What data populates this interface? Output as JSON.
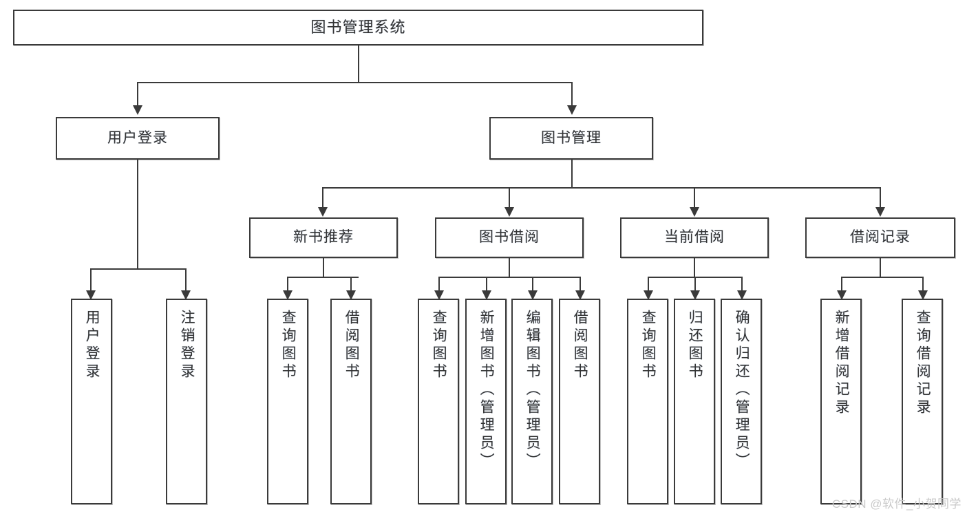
{
  "diagram": {
    "title": "图书管理系统",
    "type": "hierarchy-tree",
    "watermark": "CSDN @软件_小贺同学",
    "colors": {
      "box_border": "#3a3a3a",
      "box_fill": "#ffffff",
      "text": "#333333",
      "connector": "#3a3a3a",
      "watermark": "#c9c9c9"
    },
    "levels": [
      {
        "level": 1,
        "nodes": [
          "图书管理系统"
        ]
      },
      {
        "level": 2,
        "nodes": [
          "用户登录",
          "图书管理"
        ]
      },
      {
        "level": 3,
        "nodes": [
          "新书推荐",
          "图书借阅",
          "当前借阅",
          "借阅记录"
        ]
      },
      {
        "level": 4,
        "nodes": [
          "用户登录",
          "注销登录",
          "查询图书",
          "借阅图书",
          "查询图书",
          "新增图书（管理员）",
          "编辑图书（管理员）",
          "借阅图书",
          "查询图书",
          "归还图书",
          "确认归还（管理员）",
          "新增借阅记录",
          "查询借阅记录"
        ]
      }
    ],
    "nodes": {
      "root": {
        "label": "图书管理系统"
      },
      "user_login": {
        "label": "用户登录"
      },
      "book_manage": {
        "label": "图书管理"
      },
      "new_book_rec": {
        "label": "新书推荐"
      },
      "book_borrow": {
        "label": "图书借阅"
      },
      "current_borrow": {
        "label": "当前借阅"
      },
      "borrow_record": {
        "label": "借阅记录"
      },
      "leaf_user_login": {
        "label": "用户登录"
      },
      "leaf_logout": {
        "label": "注销登录"
      },
      "leaf_query_book_1": {
        "label": "查询图书"
      },
      "leaf_borrow_book_1": {
        "label": "借阅图书"
      },
      "leaf_query_book_2": {
        "label": "查询图书"
      },
      "leaf_add_book_admin": {
        "label": "新增图书（管理员）"
      },
      "leaf_edit_book_admin": {
        "label": "编辑图书（管理员）"
      },
      "leaf_borrow_book_2": {
        "label": "借阅图书"
      },
      "leaf_query_book_3": {
        "label": "查询图书"
      },
      "leaf_return_book": {
        "label": "归还图书"
      },
      "leaf_confirm_return_admin": {
        "label": "确认归还（管理员）"
      },
      "leaf_add_borrow_record": {
        "label": "新增借阅记录"
      },
      "leaf_query_borrow_record": {
        "label": "查询借阅记录"
      }
    },
    "edges": [
      {
        "from": "图书管理系统",
        "to": "用户登录"
      },
      {
        "from": "图书管理系统",
        "to": "图书管理"
      },
      {
        "from": "用户登录",
        "to": "用户登录"
      },
      {
        "from": "用户登录",
        "to": "注销登录"
      },
      {
        "from": "图书管理",
        "to": "新书推荐"
      },
      {
        "from": "图书管理",
        "to": "图书借阅"
      },
      {
        "from": "图书管理",
        "to": "当前借阅"
      },
      {
        "from": "图书管理",
        "to": "借阅记录"
      },
      {
        "from": "新书推荐",
        "to": "查询图书"
      },
      {
        "from": "新书推荐",
        "to": "借阅图书"
      },
      {
        "from": "图书借阅",
        "to": "查询图书"
      },
      {
        "from": "图书借阅",
        "to": "新增图书（管理员）"
      },
      {
        "from": "图书借阅",
        "to": "编辑图书（管理员）"
      },
      {
        "from": "图书借阅",
        "to": "借阅图书"
      },
      {
        "from": "当前借阅",
        "to": "查询图书"
      },
      {
        "from": "当前借阅",
        "to": "归还图书"
      },
      {
        "from": "当前借阅",
        "to": "确认归还（管理员）"
      },
      {
        "from": "借阅记录",
        "to": "新增借阅记录"
      },
      {
        "from": "借阅记录",
        "to": "查询借阅记录"
      }
    ]
  }
}
